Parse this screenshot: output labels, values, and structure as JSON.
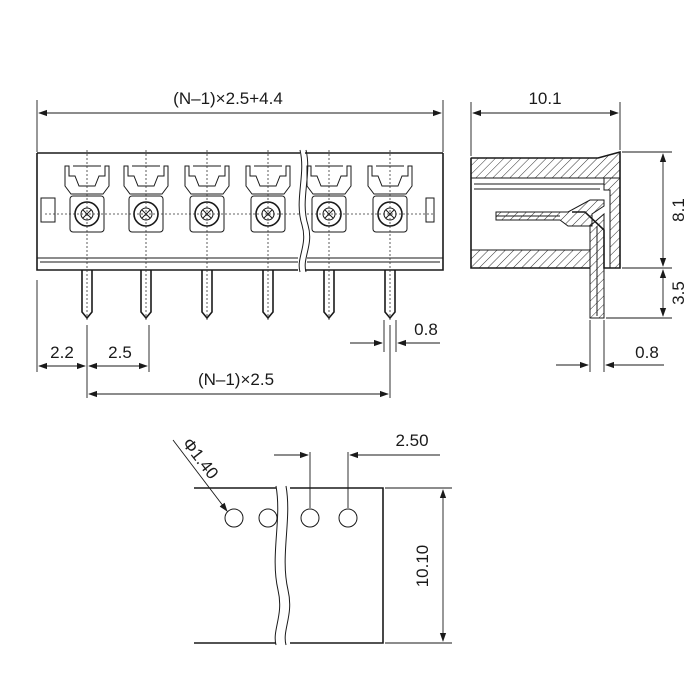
{
  "dimensions": {
    "overall_width": "(N–1)×2.5+4.4",
    "side_depth": "10.1",
    "side_height": "8.1",
    "pin_length": "3.5",
    "pin_width_front": "0.8",
    "pin_width_side": "0.8",
    "end_offset": "2.2",
    "pitch": "2.5",
    "pitch_span": "(N–1)×2.5",
    "hole_diameter": "Φ1.40",
    "hole_pitch": "2.50",
    "pcb_height": "10.10"
  }
}
